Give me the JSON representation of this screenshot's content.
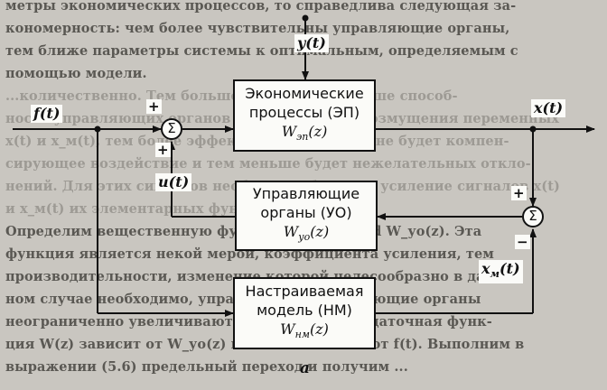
{
  "background_text": [
    "метры экономических процессов, то справедлива следующая за-",
    "кономерность: чем более чувствительны управляющие органы,",
    "тем ближе параметры системы к оптимальным, определяемым с",
    "помощью модели.",
    "...количественно. Тем больше ... чтобы чем выше способ-",
    "ность управляющих органов реагировать на возмущения переменных",
    "x(t) и x_м(t), тем более эффективной по величине будет компен-",
    "сирующее воздействие и тем меньше будет нежелательных откло-",
    "нений. Для этих сигналов необходимо большое усиление сигналов x(t)",
    "и x_м(t) их элементарных функций.",
    "Определим вещественную функцию W(z) = mod W_уо(z). Эта",
    "функция является некой мерой, коэффициента усиления, тем",
    "производительности, изменение которой целесообразно в дан-",
    "ном случае необходимо, управляемые управляющие органы",
    "неограниченно увеличивают ... W(z) → ∞. Передаточная функ-",
    "ция W(z) зависит от W_уо(z) и соответственно от f(t). Выполним в",
    "выражении (5.6) предельный переход и получим ..."
  ],
  "blocks": {
    "ep": {
      "line1": "Экономические",
      "line2": "процессы (ЭП)",
      "tf": "W_эп(z)"
    },
    "uo": {
      "line1": "Управляющие",
      "line2": "органы (УО)",
      "tf": "W_уо(z)"
    },
    "nm": {
      "line1": "Настраиваемая",
      "line2": "модель (НМ)",
      "tf": "W_нм(z)"
    }
  },
  "signals": {
    "input": "f(t)",
    "disturbance": "y(t)",
    "output": "x(t)",
    "control": "u(t)",
    "model_output": "x_м(t)"
  },
  "summers": {
    "symbol": "Σ"
  },
  "signs": {
    "plus": "+",
    "minus": "−"
  },
  "caption": "а",
  "colors": {
    "line": "#111111",
    "block_fill": "#fbfbf8",
    "page": "#c9c6c0"
  }
}
